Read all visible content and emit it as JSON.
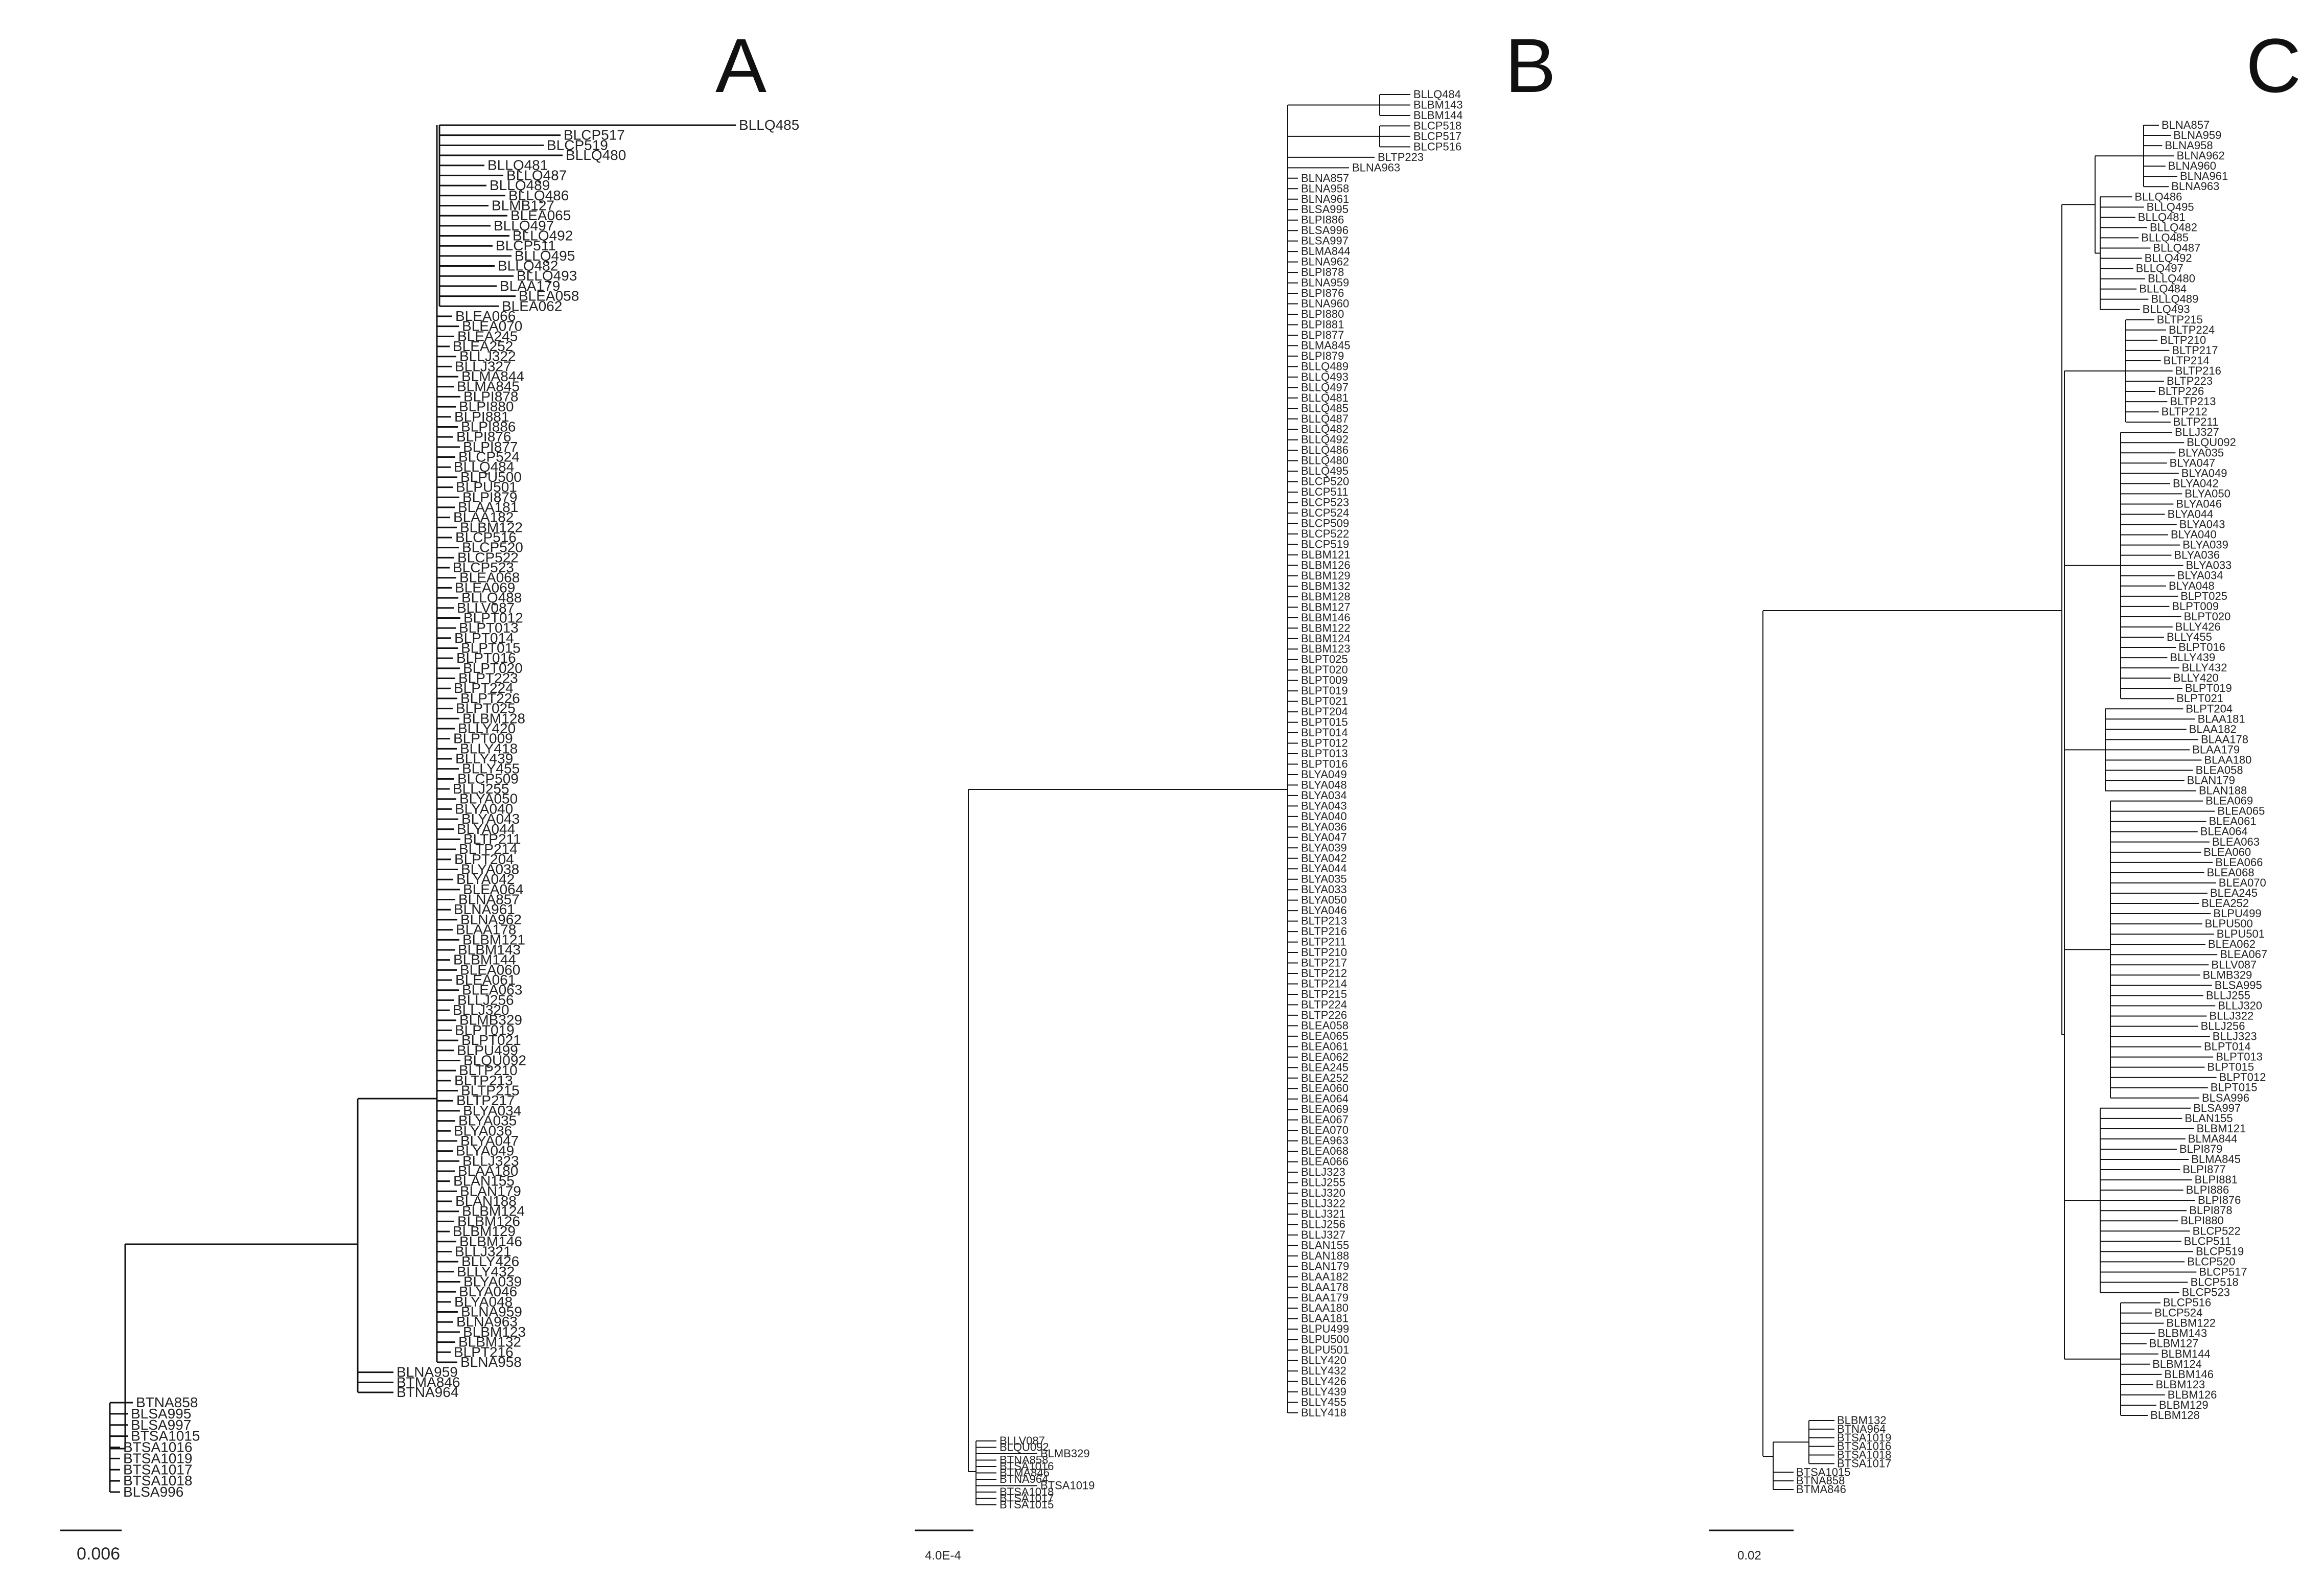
{
  "panels": [
    {
      "id": "A",
      "letter": "A",
      "scale_label": "0.006",
      "leaves": [
        "BLLQ485",
        "BLCP517",
        "BLCP519",
        "BLLQ480",
        "BLLQ481",
        "BLLQ487",
        "BLLQ489",
        "BLLQ486",
        "BLMB127",
        "BLEA065",
        "BLLQ497",
        "BLLQ492",
        "BLCP511",
        "BLLQ495",
        "BLLQ482",
        "BLLQ493",
        "BLAA179",
        "BLEA058",
        "BLEA062",
        "BLEA066",
        "BLEA070",
        "BLEA245",
        "BLEA252",
        "BLLJ322",
        "BLLJ327",
        "BLMA844",
        "BLMA845",
        "BLPI878",
        "BLPI880",
        "BLPI881",
        "BLPI886",
        "BLPI876",
        "BLPI877",
        "BLCP524",
        "BLLQ484",
        "BLPU500",
        "BLPU501",
        "BLPI879",
        "BLAA181",
        "BLAA182",
        "BLBM122",
        "BLCP516",
        "BLCP520",
        "BLCP522",
        "BLCP523",
        "BLEA068",
        "BLEA069",
        "BLLQ488",
        "BLLV087",
        "BLPT012",
        "BLPT013",
        "BLPT014",
        "BLPT015",
        "BLPT016",
        "BLPT020",
        "BLPT223",
        "BLPT224",
        "BLPT226",
        "BLPT025",
        "BLBM128",
        "BLLY420",
        "BLPT009",
        "BLLY418",
        "BLLY439",
        "BLLY455",
        "BLCP509",
        "BLLJ255",
        "BLYA050",
        "BLYA040",
        "BLYA043",
        "BLYA044",
        "BLTP211",
        "BLTP214",
        "BLPT204",
        "BLYA038",
        "BLYA042",
        "BLEA064",
        "BLNA857",
        "BLNA961",
        "BLNA962",
        "BLAA178",
        "BLBM121",
        "BLBM143",
        "BLBM144",
        "BLEA060",
        "BLEA061",
        "BLEA063",
        "BLLJ256",
        "BLLJ320",
        "BLMB329",
        "BLPT019",
        "BLPT021",
        "BLPU499",
        "BLQU092",
        "BLTP210",
        "BLTP213",
        "BLTP215",
        "BLTP217",
        "BLYA034",
        "BLYA035",
        "BLYA036",
        "BLYA047",
        "BLYA049",
        "BLLJ323",
        "BLAA180",
        "BLAN155",
        "BLAN179",
        "BLAN188",
        "BLBM124",
        "BLBM126",
        "BLBM129",
        "BLBM146",
        "BLLJ321",
        "BLLY426",
        "BLLY432",
        "BLYA039",
        "BLYA046",
        "BLYA048",
        "BLNA959",
        "BLNA963",
        "BLBM123",
        "BLBM132",
        "BLPT216",
        "BLNA958",
        "BLNA959",
        "BTMA846",
        "BTNA964",
        "BTNA858",
        "BLSA995",
        "BLSA997",
        "BTSA1015",
        "BTSA1016",
        "BTSA1019",
        "BTSA1017",
        "BTSA1018",
        "BLSA996"
      ]
    },
    {
      "id": "B",
      "letter": "B",
      "scale_label": "4.0E-4",
      "leaves": [
        "BLLQ484",
        "BLBM143",
        "BLBM144",
        "BLCP518",
        "BLCP517",
        "BLCP516",
        "BLTP223",
        "BLNA963",
        "BLNA857",
        "BLNA958",
        "BLNA961",
        "BLSA995",
        "BLPI886",
        "BLSA996",
        "BLSA997",
        "BLMA844",
        "BLNA962",
        "BLPI878",
        "BLNA959",
        "BLPI876",
        "BLNA960",
        "BLPI880",
        "BLPI881",
        "BLPI877",
        "BLMA845",
        "BLPI879",
        "BLLQ489",
        "BLLQ493",
        "BLLQ497",
        "BLLQ481",
        "BLLQ485",
        "BLLQ487",
        "BLLQ482",
        "BLLQ492",
        "BLLQ486",
        "BLLQ480",
        "BLLQ495",
        "BLCP520",
        "BLCP511",
        "BLCP523",
        "BLCP524",
        "BLCP509",
        "BLCP522",
        "BLCP519",
        "BLBM121",
        "BLBM126",
        "BLBM129",
        "BLBM132",
        "BLBM128",
        "BLBM127",
        "BLBM146",
        "BLBM122",
        "BLBM124",
        "BLBM123",
        "BLPT025",
        "BLPT020",
        "BLPT009",
        "BLPT019",
        "BLPT021",
        "BLPT204",
        "BLPT015",
        "BLPT014",
        "BLPT012",
        "BLPT013",
        "BLPT016",
        "BLYA049",
        "BLYA048",
        "BLYA034",
        "BLYA043",
        "BLYA040",
        "BLYA036",
        "BLYA047",
        "BLYA039",
        "BLYA042",
        "BLYA044",
        "BLYA035",
        "BLYA033",
        "BLYA050",
        "BLYA046",
        "BLTP213",
        "BLTP216",
        "BLTP211",
        "BLTP210",
        "BLTP217",
        "BLTP212",
        "BLTP214",
        "BLTP215",
        "BLTP224",
        "BLTP226",
        "BLEA058",
        "BLEA065",
        "BLEA061",
        "BLEA062",
        "BLEA245",
        "BLEA252",
        "BLEA060",
        "BLEA064",
        "BLEA069",
        "BLEA067",
        "BLEA070",
        "BLEA963",
        "BLEA068",
        "BLEA066",
        "BLLJ323",
        "BLLJ255",
        "BLLJ320",
        "BLLJ322",
        "BLLJ321",
        "BLLJ256",
        "BLLJ327",
        "BLAN155",
        "BLAN188",
        "BLAN179",
        "BLAA182",
        "BLAA178",
        "BLAA179",
        "BLAA180",
        "BLAA181",
        "BLPU499",
        "BLPU500",
        "BLPU501",
        "BLLY420",
        "BLLY432",
        "BLLY426",
        "BLLY439",
        "BLLY455",
        "BLLY418",
        "BLLV087",
        "BLQU092",
        "BLMB329",
        "BTNA858",
        "BTSA1016",
        "BTMA846",
        "BTNA964",
        "BTSA1019",
        "BTSA1018",
        "BTSA1017",
        "BTSA1015"
      ]
    },
    {
      "id": "C",
      "letter": "C",
      "scale_label": "0.02",
      "leaves": [
        "BLNA857",
        "BLNA959",
        "BLNA958",
        "BLNA962",
        "BLNA960",
        "BLNA961",
        "BLNA963",
        "BLLQ486",
        "BLLQ495",
        "BLLQ481",
        "BLLQ482",
        "BLLQ485",
        "BLLQ487",
        "BLLQ492",
        "BLLQ497",
        "BLLQ480",
        "BLLQ484",
        "BLLQ489",
        "BLLQ493",
        "BLTP215",
        "BLTP224",
        "BLTP210",
        "BLTP217",
        "BLTP214",
        "BLTP216",
        "BLTP223",
        "BLTP226",
        "BLTP213",
        "BLTP212",
        "BLTP211",
        "BLLJ327",
        "BLQU092",
        "BLYA035",
        "BLYA047",
        "BLYA049",
        "BLYA042",
        "BLYA050",
        "BLYA046",
        "BLYA044",
        "BLYA043",
        "BLYA040",
        "BLYA039",
        "BLYA036",
        "BLYA033",
        "BLYA034",
        "BLYA048",
        "BLPT025",
        "BLPT009",
        "BLPT020",
        "BLLY426",
        "BLLY455",
        "BLPT016",
        "BLLY439",
        "BLLY432",
        "BLLY420",
        "BLPT019",
        "BLPT021",
        "BLPT204",
        "BLAA181",
        "BLAA182",
        "BLAA178",
        "BLAA179",
        "BLAA180",
        "BLEA058",
        "BLAN179",
        "BLAN188",
        "BLEA069",
        "BLEA065",
        "BLEA061",
        "BLEA064",
        "BLEA063",
        "BLEA060",
        "BLEA066",
        "BLEA068",
        "BLEA070",
        "BLEA245",
        "BLEA252",
        "BLPU499",
        "BLPU500",
        "BLPU501",
        "BLEA062",
        "BLEA067",
        "BLLV087",
        "BLMB329",
        "BLSA995",
        "BLLJ255",
        "BLLJ320",
        "BLLJ322",
        "BLLJ256",
        "BLLJ323",
        "BLPT014",
        "BLPT013",
        "BLPT015",
        "BLPT012",
        "BLPT015",
        "BLSA996",
        "BLSA997",
        "BLAN155",
        "BLBM121",
        "BLMA844",
        "BLPI879",
        "BLMA845",
        "BLPI877",
        "BLPI881",
        "BLPI886",
        "BLPI876",
        "BLPI878",
        "BLPI880",
        "BLCP522",
        "BLCP511",
        "BLCP519",
        "BLCP520",
        "BLCP517",
        "BLCP518",
        "BLCP523",
        "BLCP516",
        "BLCP524",
        "BLBM122",
        "BLBM143",
        "BLBM127",
        "BLBM144",
        "BLBM124",
        "BLBM146",
        "BLBM123",
        "BLBM126",
        "BLBM129",
        "BLBM128",
        "BLBM132",
        "BTNA964",
        "BTSA1019",
        "BTSA1016",
        "BTSA1018",
        "BTSA1017",
        "BTSA1015",
        "BTNA858",
        "BTMA846"
      ]
    }
  ]
}
